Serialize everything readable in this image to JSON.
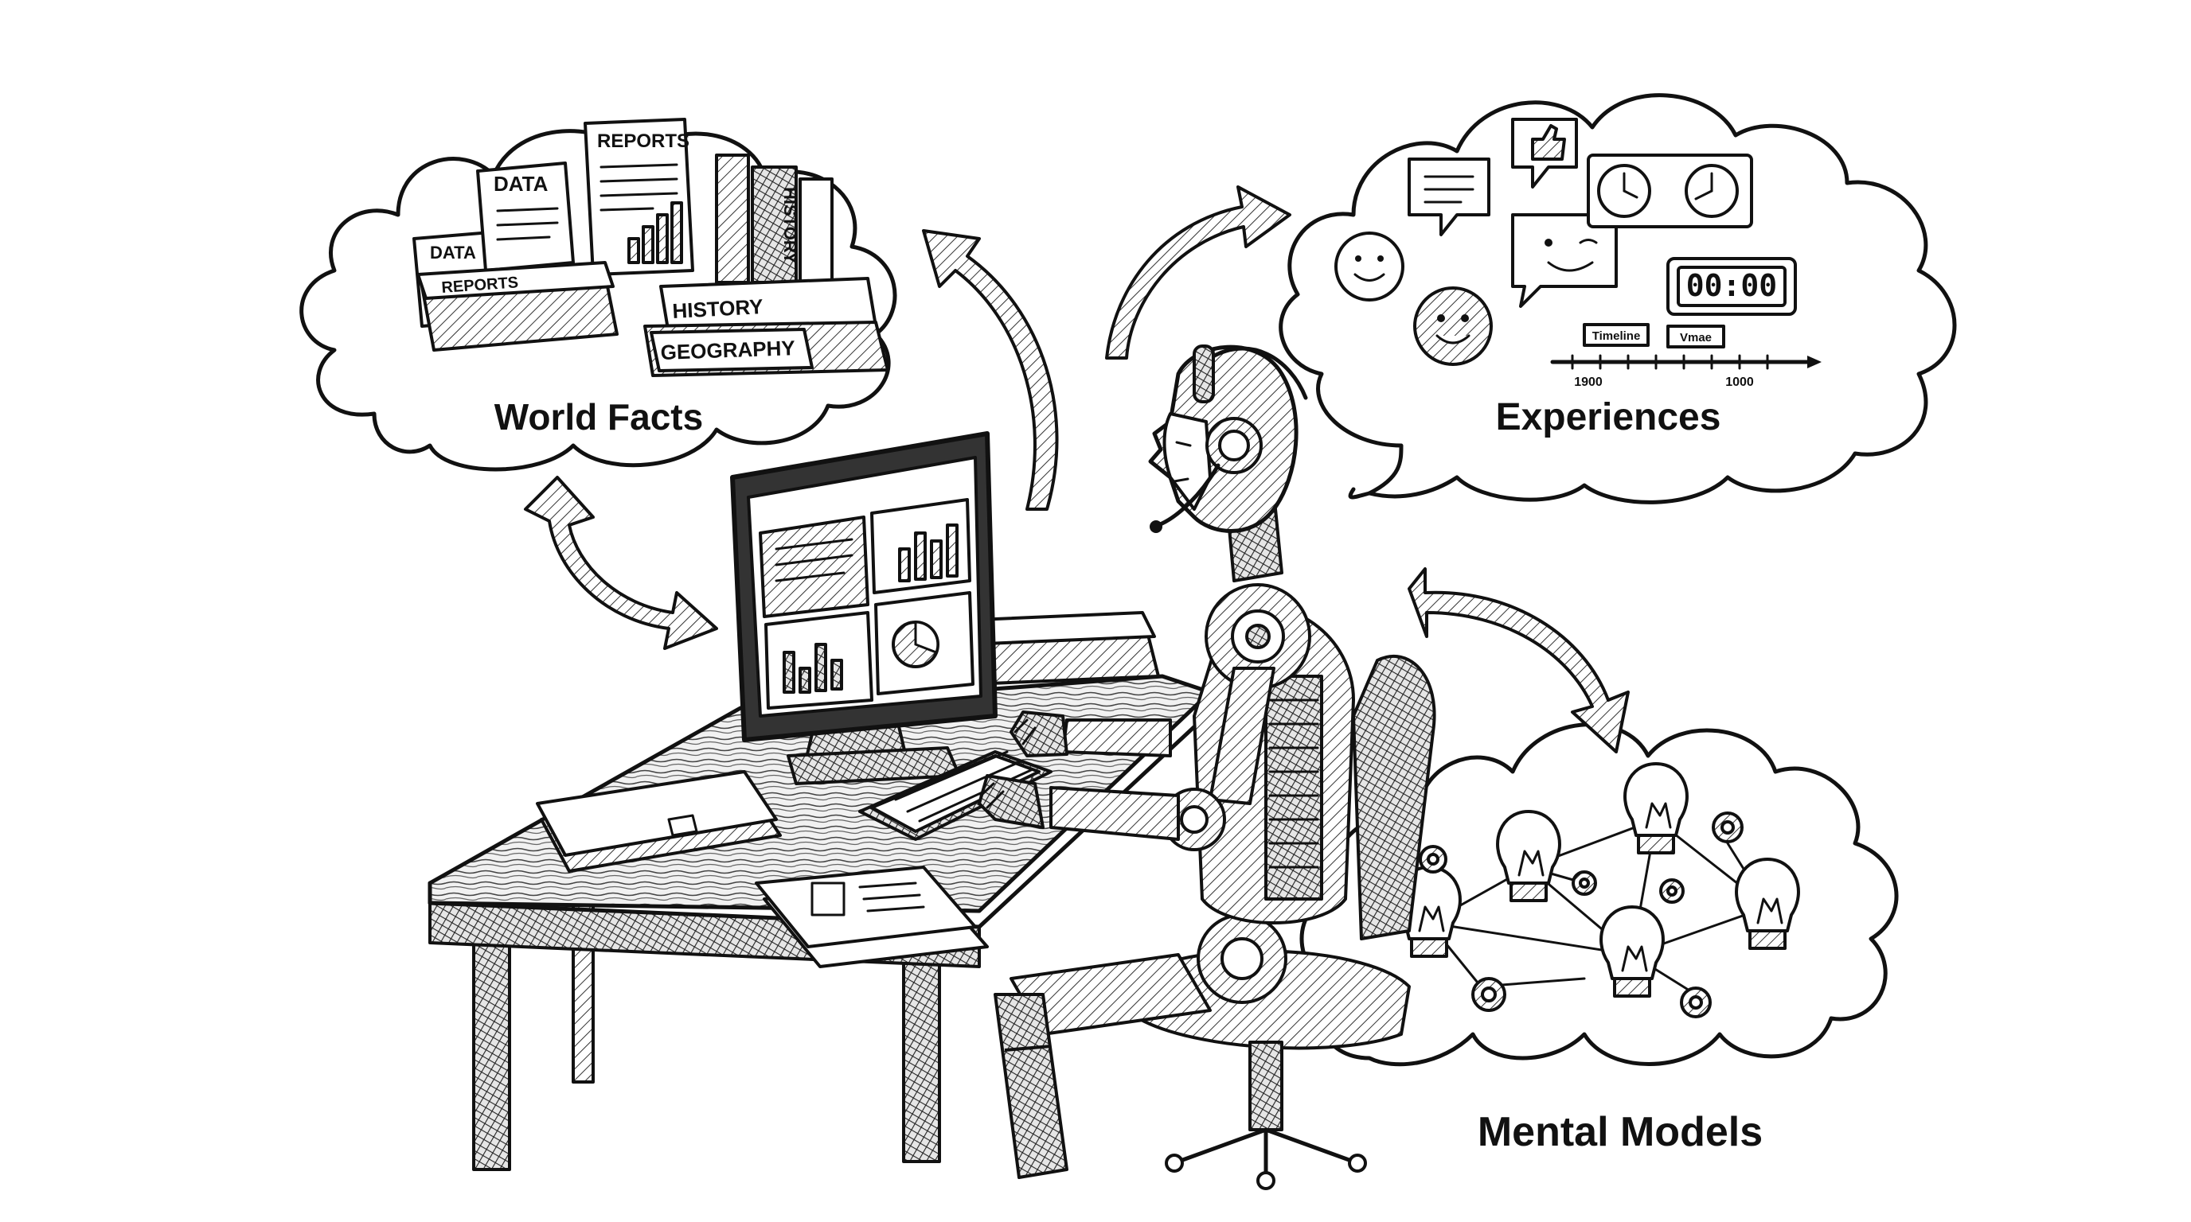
{
  "clouds": {
    "world_facts": {
      "title": "World Facts",
      "doc_labels": [
        "REPORTS",
        "DATA",
        "DATA",
        "REPORTS"
      ],
      "book_labels": [
        "HISTORY",
        "HISTORY",
        "GEOGRAPHY"
      ]
    },
    "experiences": {
      "title": "Experiences",
      "clock_display": "00:00",
      "timeline_tags": [
        "Timeline",
        "Vmae"
      ],
      "timeline_years": [
        "1900",
        "1000"
      ]
    },
    "mental_models": {
      "title": "Mental Models"
    }
  },
  "icons": [
    "document-stack-icon",
    "book-icon",
    "thumbs-up-icon",
    "chat-bubble-icon",
    "smiley-icon",
    "wink-icon",
    "clock-icon",
    "digital-clock-icon",
    "lightbulb-icon",
    "gear-icon",
    "robot-icon",
    "computer-monitor-icon",
    "keyboard-icon",
    "arrow-icon"
  ]
}
